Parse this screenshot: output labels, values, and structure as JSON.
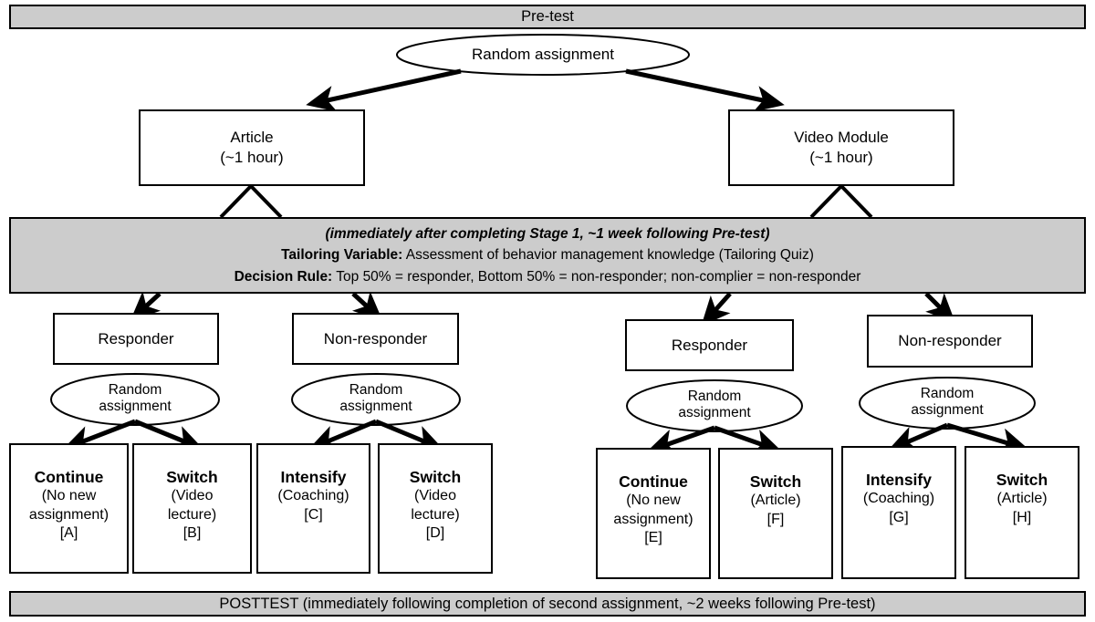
{
  "diagram": {
    "title_banner": "Pre-test",
    "footer_banner": "POSTTEST (immediately following completion of second assignment, ~2 weeks following Pre-test)",
    "root_oval": "Random assignment",
    "stage1": [
      {
        "line1": "Article",
        "line2": "(~1 hour)"
      },
      {
        "line1": "Video Module",
        "line2": "(~1 hour)"
      }
    ],
    "tailoring": {
      "line1": "(immediately after completing Stage 1, ~1 week following Pre-test)",
      "line2_label": "Tailoring Variable:",
      "line2_text": "Assessment of behavior management knowledge (Tailoring Quiz)",
      "line3_label": "Decision Rule:",
      "line3_text": "Top 50% = responder, Bottom 50% = non-responder; non-complier = non-responder"
    },
    "status_boxes": [
      {
        "label": "Responder"
      },
      {
        "label": "Non-responder"
      },
      {
        "label": "Responder"
      },
      {
        "label": "Non-responder"
      }
    ],
    "rerandomization_ovals": [
      {
        "line1": "Random",
        "line2": "assignment"
      },
      {
        "line1": "Random",
        "line2": "assignment"
      },
      {
        "line1": "Random",
        "line2": "assignment"
      },
      {
        "line1": "Random",
        "line2": "assignment"
      }
    ],
    "options": [
      {
        "head": "Continue",
        "sub1": "(No new",
        "sub2": "assignment)",
        "tag": "[A]"
      },
      {
        "head": "Switch",
        "sub1": "(Video",
        "sub2": "lecture)",
        "tag": "[B]"
      },
      {
        "head": "Intensify",
        "sub1": "(Coaching)",
        "sub2": "",
        "tag": "[C]"
      },
      {
        "head": "Switch",
        "sub1": "(Video",
        "sub2": "lecture)",
        "tag": "[D]"
      },
      {
        "head": "Continue",
        "sub1": "(No new",
        "sub2": "assignment)",
        "tag": "[E]"
      },
      {
        "head": "Switch",
        "sub1": "(Article)",
        "sub2": "",
        "tag": "[F]"
      },
      {
        "head": "Intensify",
        "sub1": "(Coaching)",
        "sub2": "",
        "tag": "[G]"
      },
      {
        "head": "Switch",
        "sub1": "(Article)",
        "sub2": "",
        "tag": "[H]"
      }
    ],
    "colors": {
      "banner_fill": "#cccccc",
      "stroke": "#000000",
      "node_fill": "#ffffff"
    }
  }
}
